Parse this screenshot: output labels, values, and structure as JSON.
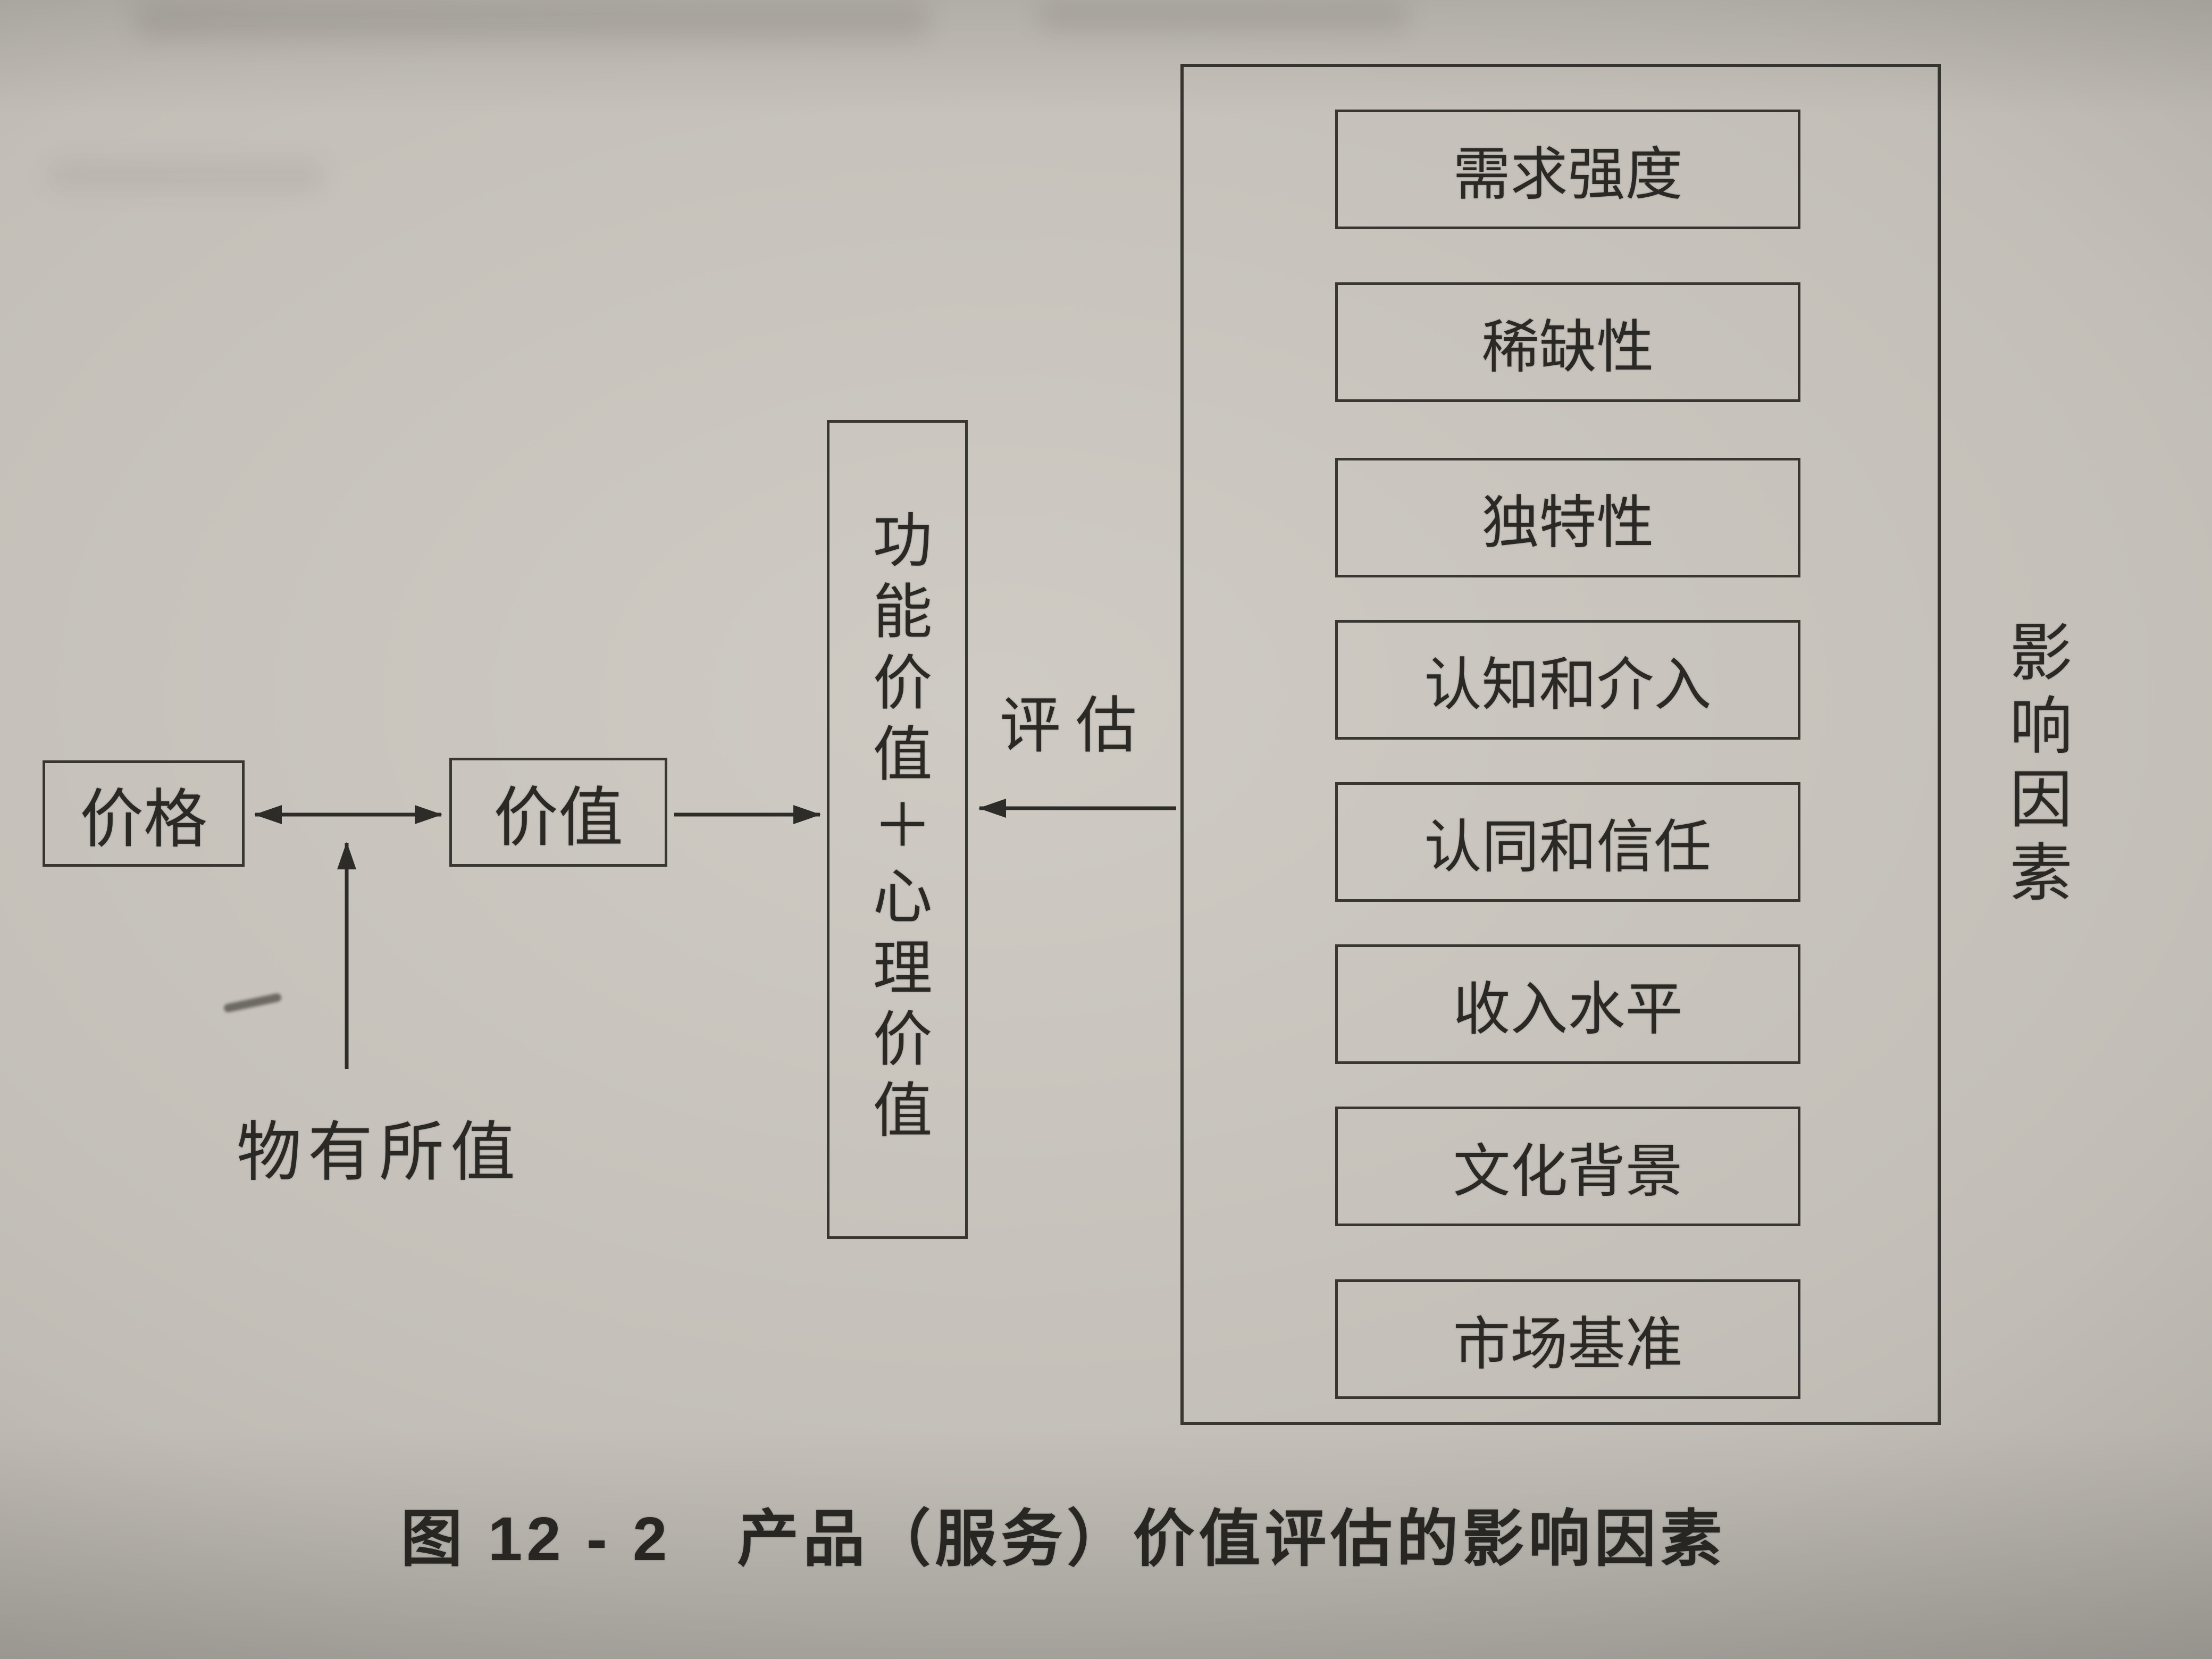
{
  "colors": {
    "paper": "#c4c0b9",
    "ink": "#2c2a26"
  },
  "figure": {
    "caption": "图 12 - 2　产品（服务）价值评估的影响因素",
    "price_box_label": "价格",
    "value_box_label": "价值",
    "combined_value_label": "功能价值＋心理价值",
    "value_for_money_label": "物有所值",
    "evaluation_label": "评估",
    "influencing_factors_label": "影响因素",
    "factors": [
      "需求强度",
      "稀缺性",
      "独特性",
      "认知和介入",
      "认同和信任",
      "收入水平",
      "文化背景",
      "市场基准"
    ]
  }
}
